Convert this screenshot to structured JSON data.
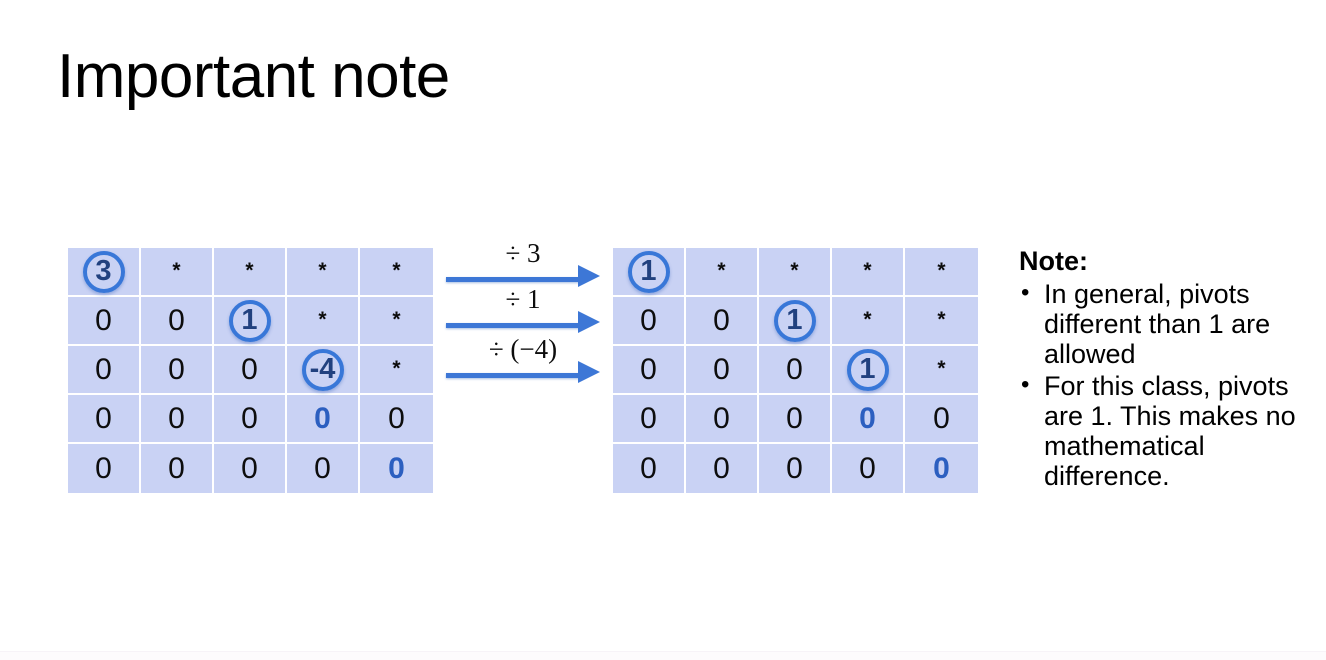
{
  "slide": {
    "title": "Important note",
    "background_color": "#ffffff"
  },
  "colors": {
    "cell_fill": "#c9d2f4",
    "grid_line": "#ffffff",
    "accent_blue": "#3877d8",
    "arrow_blue": "#3d77d6",
    "highlight_text_blue": "#2c5fc0",
    "circled_text_blue": "#21417f",
    "text_black": "#0d0d0d"
  },
  "matrix_left": {
    "name": "original-matrix",
    "rows": 5,
    "cols": 5,
    "cells": [
      [
        {
          "text": "3",
          "style": "circled"
        },
        {
          "text": "*",
          "style": "star"
        },
        {
          "text": "*",
          "style": "star"
        },
        {
          "text": "*",
          "style": "star"
        },
        {
          "text": "*",
          "style": "star"
        }
      ],
      [
        {
          "text": "0",
          "style": "plain"
        },
        {
          "text": "0",
          "style": "plain"
        },
        {
          "text": "1",
          "style": "circled"
        },
        {
          "text": "*",
          "style": "star"
        },
        {
          "text": "*",
          "style": "star"
        }
      ],
      [
        {
          "text": "0",
          "style": "plain"
        },
        {
          "text": "0",
          "style": "plain"
        },
        {
          "text": "0",
          "style": "plain"
        },
        {
          "text": "-4",
          "style": "circled"
        },
        {
          "text": "*",
          "style": "star"
        }
      ],
      [
        {
          "text": "0",
          "style": "plain"
        },
        {
          "text": "0",
          "style": "plain"
        },
        {
          "text": "0",
          "style": "plain"
        },
        {
          "text": "0",
          "style": "blue"
        },
        {
          "text": "0",
          "style": "plain"
        }
      ],
      [
        {
          "text": "0",
          "style": "plain"
        },
        {
          "text": "0",
          "style": "plain"
        },
        {
          "text": "0",
          "style": "plain"
        },
        {
          "text": "0",
          "style": "plain"
        },
        {
          "text": "0",
          "style": "blue"
        }
      ]
    ]
  },
  "matrix_right": {
    "name": "normalized-matrix",
    "rows": 5,
    "cols": 5,
    "cells": [
      [
        {
          "text": "1",
          "style": "circled"
        },
        {
          "text": "*",
          "style": "star"
        },
        {
          "text": "*",
          "style": "star"
        },
        {
          "text": "*",
          "style": "star"
        },
        {
          "text": "*",
          "style": "star"
        }
      ],
      [
        {
          "text": "0",
          "style": "plain"
        },
        {
          "text": "0",
          "style": "plain"
        },
        {
          "text": "1",
          "style": "circled"
        },
        {
          "text": "*",
          "style": "star"
        },
        {
          "text": "*",
          "style": "star"
        }
      ],
      [
        {
          "text": "0",
          "style": "plain"
        },
        {
          "text": "0",
          "style": "plain"
        },
        {
          "text": "0",
          "style": "plain"
        },
        {
          "text": "1",
          "style": "circled"
        },
        {
          "text": "*",
          "style": "star"
        }
      ],
      [
        {
          "text": "0",
          "style": "plain"
        },
        {
          "text": "0",
          "style": "plain"
        },
        {
          "text": "0",
          "style": "plain"
        },
        {
          "text": "0",
          "style": "blue"
        },
        {
          "text": "0",
          "style": "plain"
        }
      ],
      [
        {
          "text": "0",
          "style": "plain"
        },
        {
          "text": "0",
          "style": "plain"
        },
        {
          "text": "0",
          "style": "plain"
        },
        {
          "text": "0",
          "style": "plain"
        },
        {
          "text": "0",
          "style": "blue"
        }
      ]
    ]
  },
  "arrows": [
    {
      "label": "÷ 3"
    },
    {
      "label": "÷ 1"
    },
    {
      "label": "÷ (−4)"
    }
  ],
  "note": {
    "heading": "Note:",
    "bullets": [
      "In general, pivots different than 1 are allowed",
      "For this class, pivots are 1. This makes no mathematical difference."
    ]
  }
}
